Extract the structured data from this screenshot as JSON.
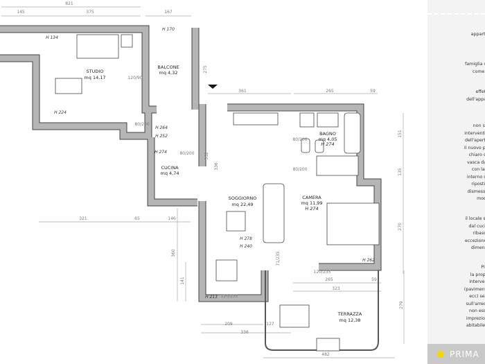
{
  "rooms": {
    "studio": {
      "name": "STUDIO",
      "area": "mq 14,17"
    },
    "balcone": {
      "name": "BALCONE",
      "area": "mq 4,32"
    },
    "cucina": {
      "name": "CUCINA",
      "area": "mq 4,74"
    },
    "soggiorno": {
      "name": "SOGGIORNO",
      "area": "mq 22,49"
    },
    "bagno": {
      "name": "BAGNO",
      "area": "mq 4,05",
      "height": "H 274"
    },
    "camera": {
      "name": "CAMERA",
      "area": "mq 11,99",
      "height": "H 274"
    },
    "terrazza": {
      "name": "TERRAZZA",
      "area": "mq 12,38"
    }
  },
  "heights": [
    "H 134",
    "H 170",
    "H 224",
    "H 264",
    "H 252",
    "H 274",
    "H 278",
    "H 240",
    "H 262",
    "H 213"
  ],
  "dimensions": [
    "821",
    "145",
    "375",
    "167",
    "275",
    "361",
    "265",
    "59",
    "151",
    "135",
    "270",
    "332",
    "336",
    "321",
    "65",
    "146",
    "360",
    "141",
    "209",
    "336",
    "127",
    "265",
    "59",
    "323",
    "279",
    "482"
  ],
  "doors": [
    "120/90",
    "80/200",
    "80/200",
    "80/200",
    "80/200",
    "71/235",
    "120/235",
    "120/235"
  ],
  "panel": {
    "paragraphs": [
      [
        "appartame"
      ],
      [
        "famiglia che usa",
        "come cas"
      ],
      [
        "effettu",
        "dell'appartame"
      ],
      [
        "non si vo",
        "interventi murari",
        "dell'apertura del",
        "il nuovo pavimen",
        "chiaro o gres",
        "vasca da bagn",
        "con la doc",
        "interno sarà ut",
        "ripostiglio;",
        "dismesso; lo s",
        "mode"
      ],
      [
        "il locale studio è",
        "dal cucinotto",
        "ribassato",
        "eccezione del so",
        "dimensioni"
      ],
      [
        "Pi",
        "la proprietà",
        "intervenire s",
        "(pavimenti, infiss",
        "ecc) senza p",
        "sull'arredo; l'ap",
        "non essendo",
        "impreziosito da",
        "abitabile da cui"
      ]
    ],
    "button_label": "PRIMA",
    "button_dot_color": "#f2d600"
  }
}
